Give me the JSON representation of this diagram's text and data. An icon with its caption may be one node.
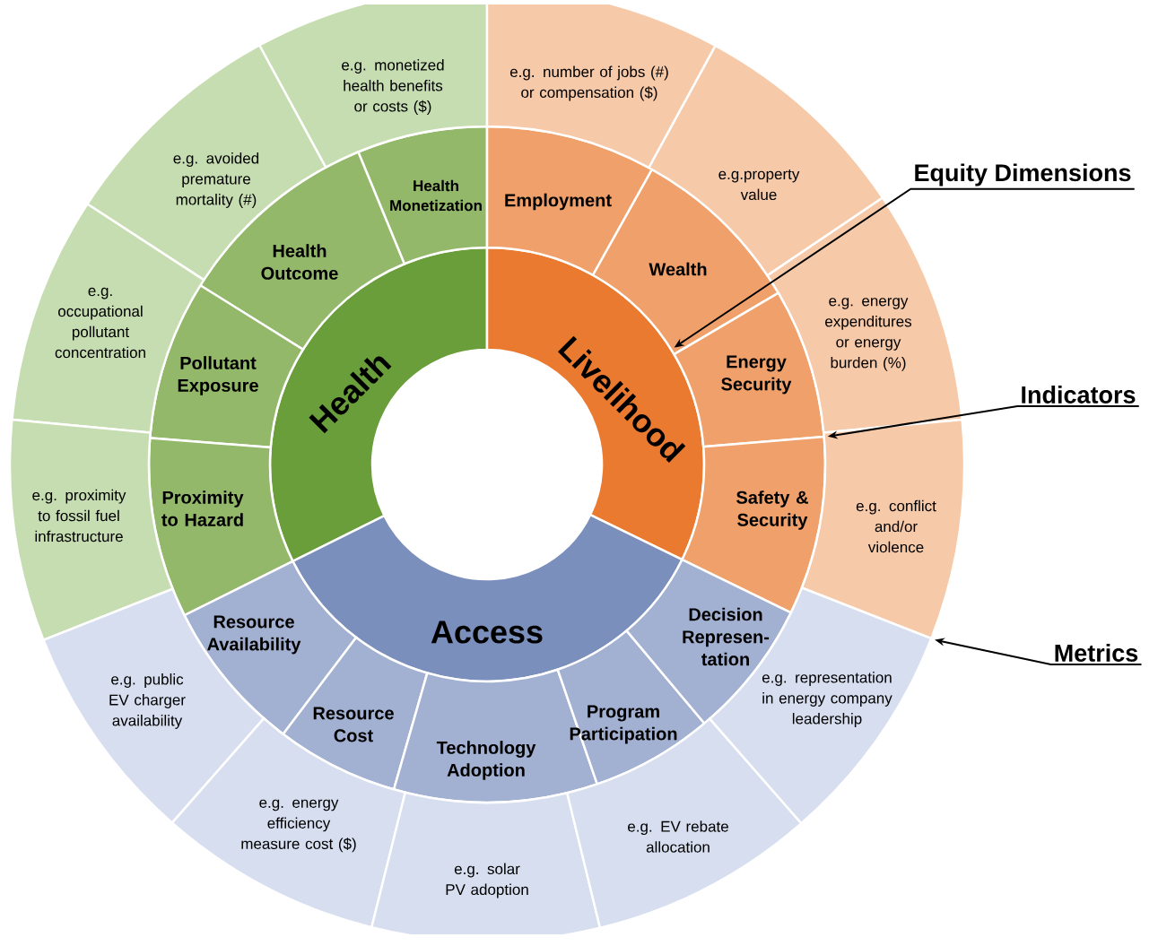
{
  "diagram": {
    "nodes": [
      {
        "text": [
          "Health"
        ]
      },
      {
        "text": [
          "Livelihood"
        ]
      },
      {
        "text": [
          "Access"
        ]
      },
      {
        "text": [
          "Health Monetization"
        ]
      },
      {
        "text": [
          "Health Outcome"
        ]
      },
      {
        "text": [
          "Pollutant Exposure"
        ]
      },
      {
        "text": [
          "Proximity to Hazard"
        ]
      },
      {
        "text": [
          "Employment"
        ]
      },
      {
        "text": [
          "Wealth"
        ]
      },
      {
        "text": [
          "Energy Security"
        ]
      },
      {
        "text": [
          "Safety & Security"
        ]
      },
      {
        "text": [
          "Resource Availability"
        ]
      },
      {
        "text": [
          "Resource Cost"
        ]
      },
      {
        "text": [
          "Technology Adoption"
        ]
      },
      {
        "text": [
          "Program Participation"
        ]
      },
      {
        "text": [
          "Decision Represen- tation"
        ]
      },
      {
        "text": [
          "e.g. monetized health benefits or costs ($)"
        ]
      },
      {
        "text": [
          "e.g. avoided premature mortality (#)"
        ]
      },
      {
        "text": [
          "e.g. occupational pollutant concentration"
        ]
      },
      {
        "text": [
          "e.g. proximity to fossil fuel infrastructure"
        ]
      },
      {
        "text": [
          "e.g. number of jobs (#) or compensation ($)"
        ]
      },
      {
        "text": [
          "e.g.property value"
        ]
      },
      {
        "text": [
          "e.g. energy expenditures or energy burden (%)"
        ]
      },
      {
        "text": [
          "e.g. conflict and/or violence"
        ]
      },
      {
        "text": [
          "e.g. public EV charger availability"
        ]
      },
      {
        "text": [
          "e.g. energy efficiency measure cost ($)"
        ]
      },
      {
        "text": [
          "e.g. solar PV adoption"
        ]
      },
      {
        "text": [
          "e.g. EV rebate allocation"
        ]
      },
      {
        "text": [
          "e.g. representation in energy company leadership"
        ]
      },
      {
        "text": [
          "Equity Dimensions"
        ]
      },
      {
        "text": [
          "Indicators"
        ]
      },
      {
        "text": [
          "Metrics"
        ]
      }
    ],
    "edges": [
      {
        "from": 29,
        "to": 1,
        "arrow": "to"
      },
      {
        "from": 30,
        "to": 10,
        "arrow": "to"
      },
      {
        "from": 31,
        "to": 28,
        "arrow": "to"
      }
    ]
  }
}
